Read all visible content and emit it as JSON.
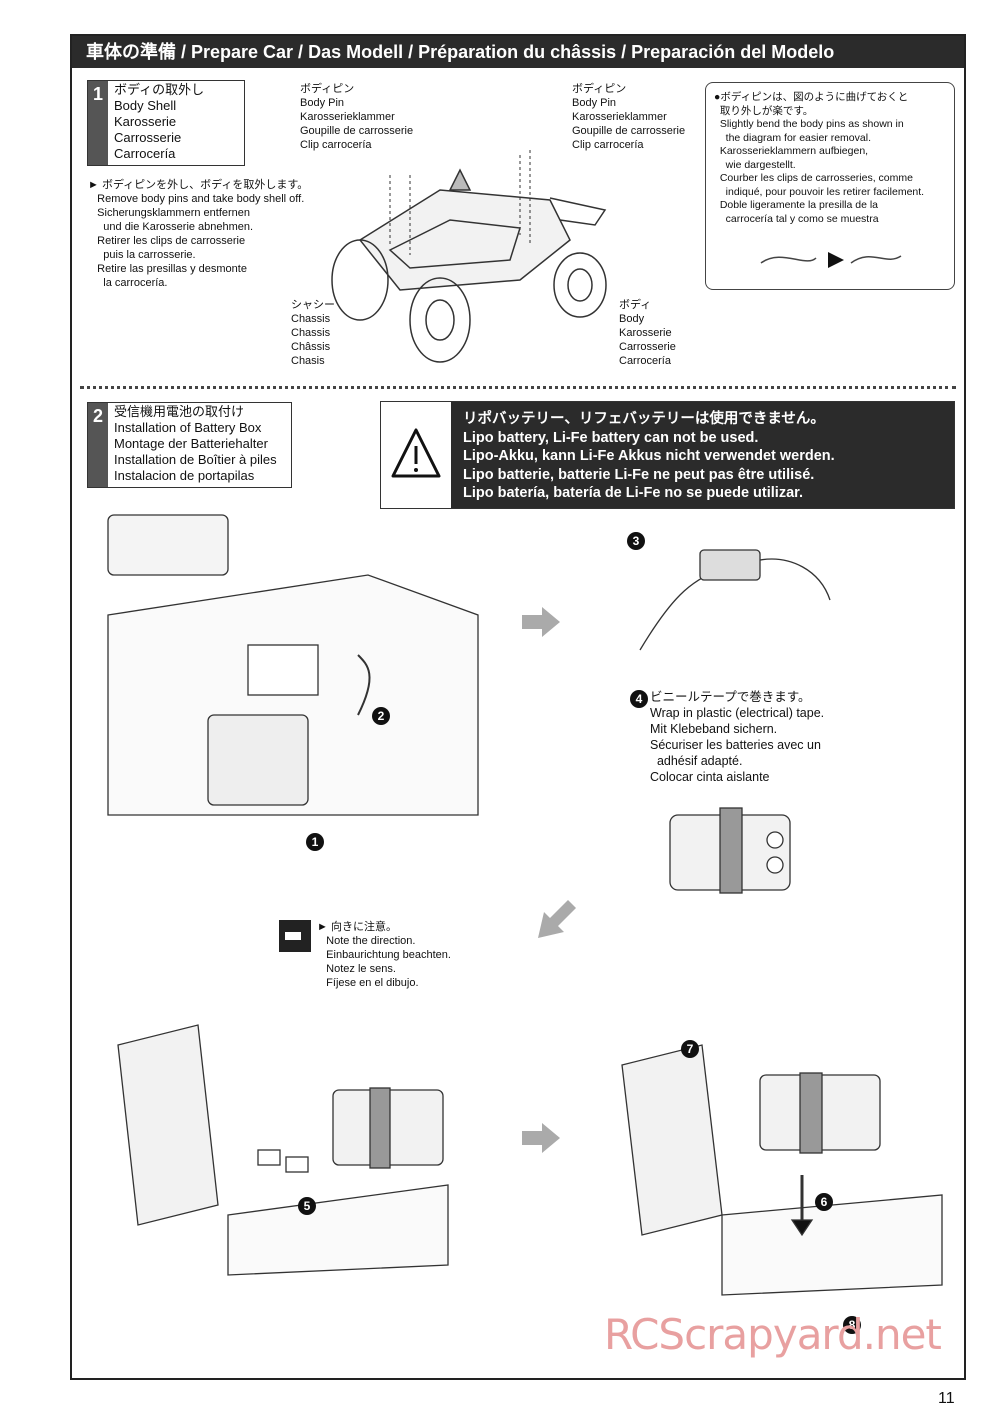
{
  "header": {
    "title": "車体の準備 / Prepare Car / Das Modell / Préparation du châssis / Preparación del Modelo"
  },
  "step1": {
    "number": "1",
    "lines": [
      "ボディの取外し",
      "Body Shell",
      "Karosserie",
      "Carrosserie",
      "Carrocería"
    ],
    "instruction": "► ボディピンを外し、ボディを取外します。\n   Remove body pins and take body shell off.\n   Sicherungsklammern entfernen\n     und die Karosserie abnehmen.\n   Retirer les clips de carrosserie\n     puis la carrosserie.\n   Retire las presillas y desmonte\n     la carrocería.",
    "label_pin_left": "ボディピン\nBody Pin\nKarosserieklammer\nGoupille de carrosserie\nClip carrocería",
    "label_pin_right": "ボディピン\nBody Pin\nKarosserieklammer\nGoupille de carrosserie\nClip carrocería",
    "label_chassis": "シャシー\nChassis\nChassis\nChâssis\nChasis",
    "label_body": "ボディ\nBody\nKarosserie\nCarrosserie\nCarrocería",
    "note": "●ボディピンは、図のように曲げておくと\n  取り外しが楽です。\n  Slightly bend the body pins as shown in\n    the diagram for easier removal.\n  Karosserieklammern aufbiegen,\n    wie dargestellt.\n  Courber les clips de carrosseries, comme\n    indiqué, pour pouvoir les retirer facilement.\n  Doble ligeramente la presilla de la\n    carrocería tal y como se muestra"
  },
  "step2": {
    "number": "2",
    "lines": [
      "受信機用電池の取付け",
      "Installation of Battery Box",
      "Montage der Batteriehalter",
      "Installation de Boîtier à piles",
      "Instalacion de portapilas"
    ],
    "warning": "リポバッテリー、リフェバッテリーは使用できません。\nLipo battery, Li-Fe battery can not be used.\nLipo-Akku, kann Li-Fe Akkus nicht verwendet werden.\nLipo batterie, batterie Li-Fe ne peut pas être utilisé.\nLipo batería, batería de Li-Fe no se puede utilizar.",
    "tape_note": "ビニールテープで巻きます。\nWrap in plastic (electrical) tape.\nMit Klebeband sichern.\nSécuriser les batteries avec un\n  adhésif adapté.\nColocar cinta aislante",
    "direction_note": "► 向きに注意。\n   Note the direction.\n   Einbaurichtung beachten.\n   Notez le sens.\n   Fíjese en el dibujo.",
    "badges": [
      "1",
      "2",
      "3",
      "4",
      "5",
      "6",
      "7",
      "8"
    ]
  },
  "page_number": "11",
  "watermark": "RCScrapyard.net"
}
